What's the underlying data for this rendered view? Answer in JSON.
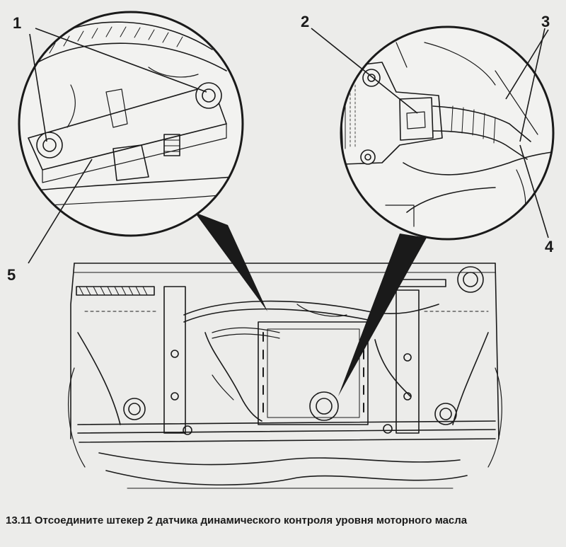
{
  "callouts": {
    "c1": "1",
    "c2": "2",
    "c3": "3",
    "c4": "4",
    "c5": "5"
  },
  "caption": {
    "number": "13.11",
    "text": "Отсоедините штекер 2 датчика динамического контроля уровня моторного масла"
  },
  "colors": {
    "ink": "#1a1a1a",
    "paper": "#ececea"
  }
}
